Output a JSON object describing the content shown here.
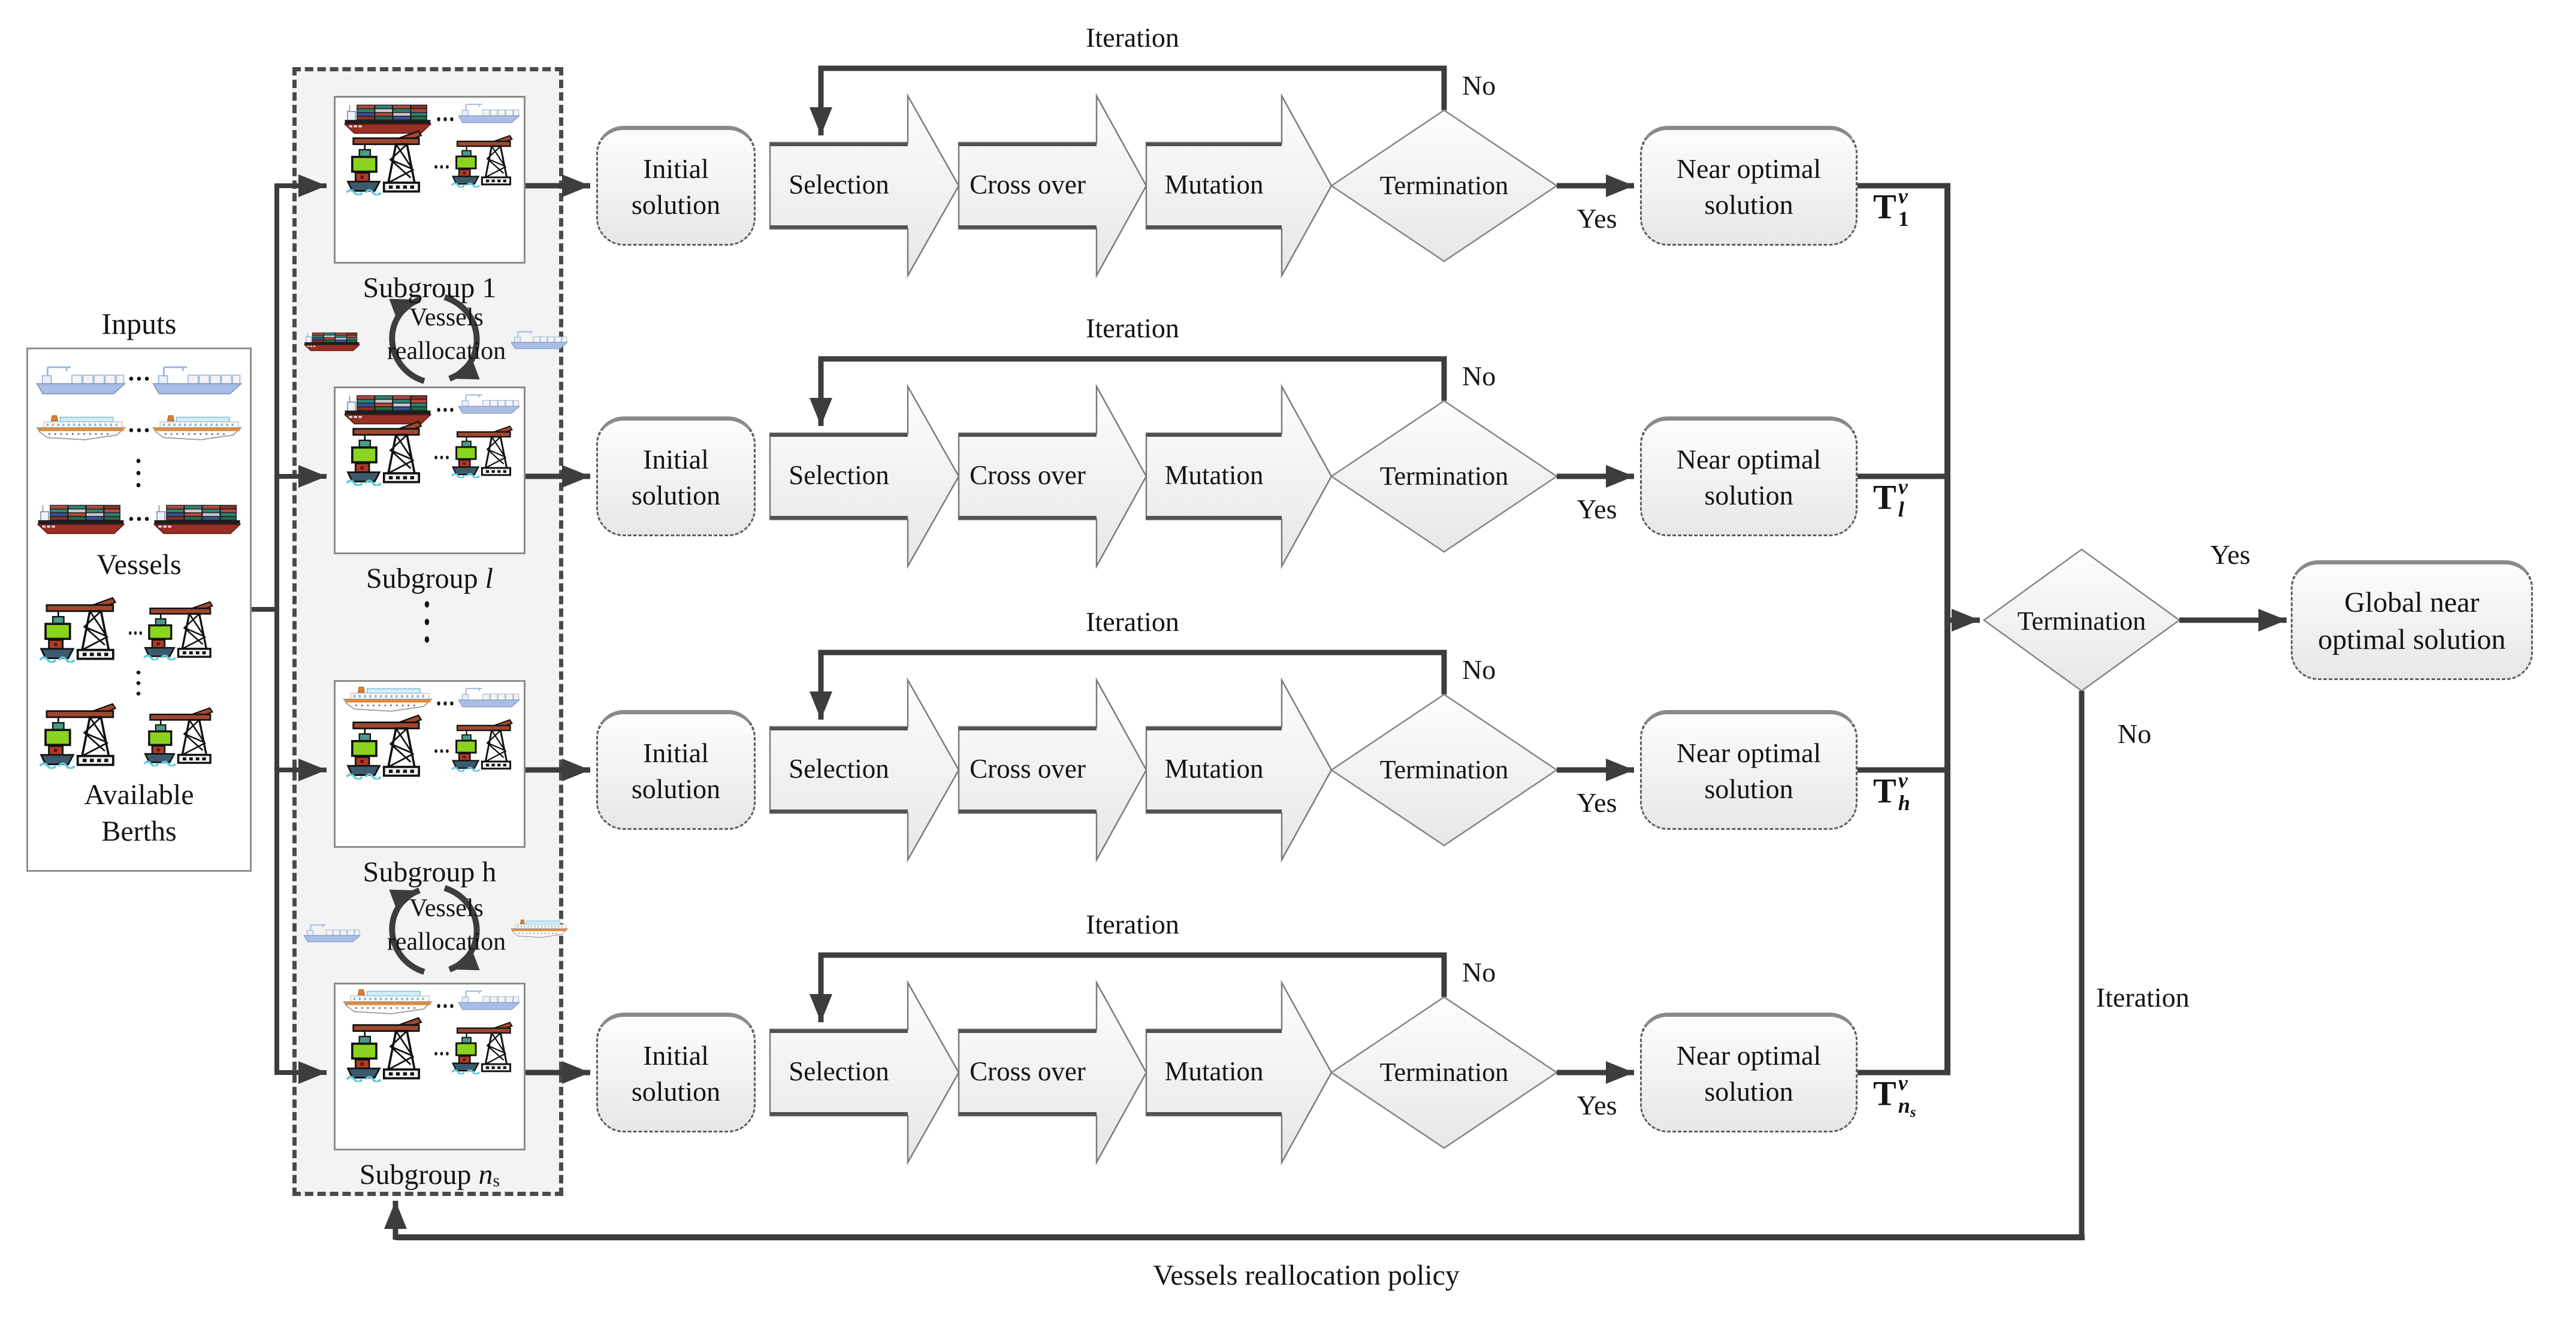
{
  "inputs_panel": {
    "title": "Inputs",
    "vessels_label": "Vessels",
    "berths_label": "Available Berths"
  },
  "subgroup_panel": {
    "label_prefix": "Subgroup ",
    "subgroups": [
      {
        "var": "1",
        "var_style": "normal"
      },
      {
        "var": "l",
        "var_style": "italic"
      },
      {
        "var": "h",
        "var_style": "normal"
      },
      {
        "var": "n",
        "var_style": "italic",
        "var_sub": "s"
      }
    ],
    "realloc_label_line1": "Vessels",
    "realloc_label_line2": "reallocation"
  },
  "pipeline": {
    "initial_label": "Initial solution",
    "selection_label": "Selection",
    "crossover_label": "Cross over",
    "mutation_label": "Mutation",
    "termination_label": "Termination",
    "yes_label": "Yes",
    "no_label": "No",
    "iteration_label": "Iteration",
    "near_optimal_label": "Near optimal solution",
    "t_base": "T",
    "t_sup": "v"
  },
  "rows": [
    {
      "t_sub": "1",
      "t_sub_style": "normal"
    },
    {
      "t_sub": "l",
      "t_sub_style": "italic"
    },
    {
      "t_sub": "h",
      "t_sub_style": "italic"
    },
    {
      "t_sub": "n",
      "t_sub_style": "italic",
      "t_sub_sub": "s"
    }
  ],
  "final_stage": {
    "termination_label": "Termination",
    "yes_label": "Yes",
    "no_label": "No",
    "iteration_label": "Iteration",
    "global_label": "Global near optimal solution",
    "policy_label": "Vessels reallocation policy"
  },
  "colors": {
    "line": "#3d3d3d",
    "shape_border": "#7d7d7d",
    "dashed_border": "#4a4a4a",
    "crane_beam": "#a0482e",
    "container_green": "#8bd41e",
    "cargo_hull_red": "#9a2f26",
    "ship_hull_blue": "#a8bee6",
    "cruise_orange": "#e08a3c",
    "water_cyan": "#5fc8dc"
  }
}
